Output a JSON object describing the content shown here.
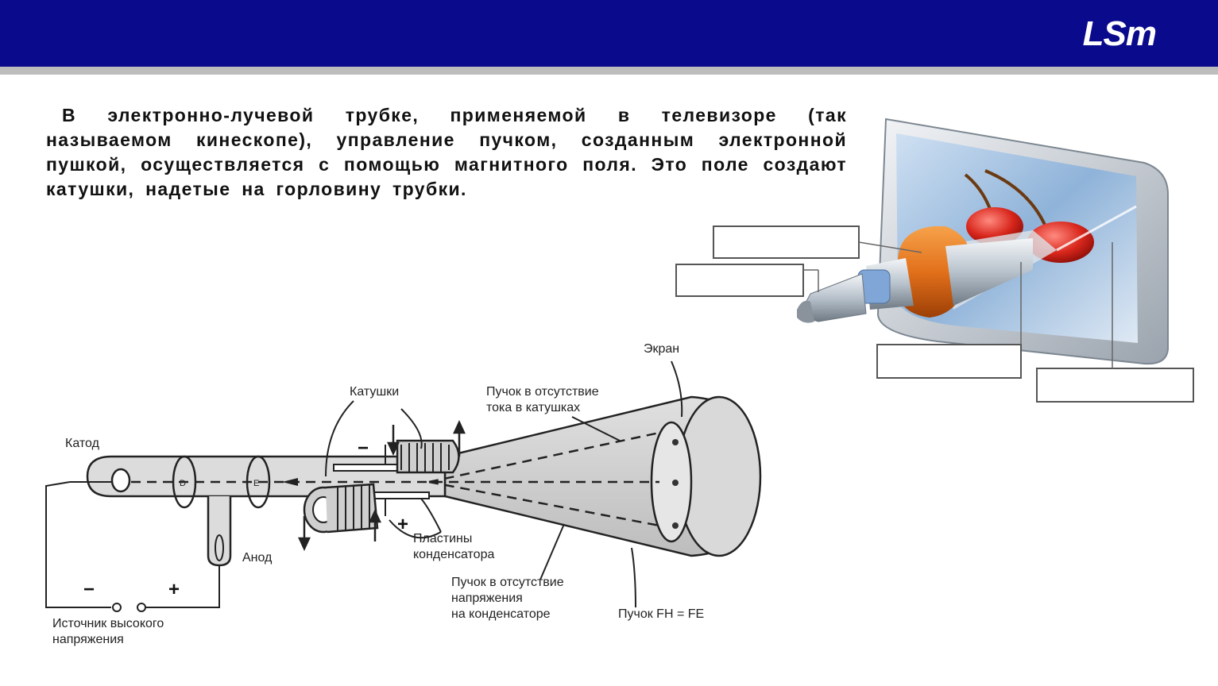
{
  "header": {
    "logo_text": "LSm",
    "bar_color": "#0a0a8c"
  },
  "paragraph": "В электронно-лучевой трубке, применяемой в телевизоре (так называемом кинескопе), управление пучком, созданным электронной пушкой, осуществляется с помощью магнитного поля. Это поле создают катушки, надетые на горловину трубки.",
  "diagram": {
    "labels": {
      "screen": "Экран",
      "coils": "Катушки",
      "beam_no_current_1": "Пучок в отсутствие",
      "beam_no_current_2": "тока в катушках",
      "cathode": "Катод",
      "anode": "Анод",
      "plates_1": "Пластины",
      "plates_2": "конденсатора",
      "beam_no_voltage_1": "Пучок в отсутствие",
      "beam_no_voltage_2": "напряжения",
      "beam_no_voltage_3": "на конденсаторе",
      "beam_balance": "Пучок FH = FE",
      "source_1": "Источник высокого",
      "source_2": "напряжения",
      "minus": "−",
      "plus": "+",
      "minus_plate": "−",
      "plus_plate": "+",
      "electrode_d": "D",
      "electrode_e": "E"
    },
    "kinescope_label_boxes": [
      "",
      "",
      "",
      ""
    ]
  }
}
